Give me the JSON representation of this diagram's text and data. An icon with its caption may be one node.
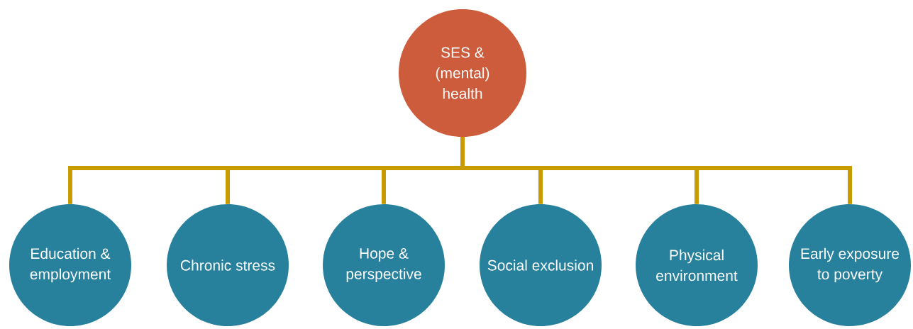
{
  "diagram": {
    "nodes": [
      {
        "text": [
          "SES & (mental) health"
        ]
      },
      {
        "text": [
          "Education & employment"
        ]
      },
      {
        "text": [
          "Chronic stress"
        ]
      },
      {
        "text": [
          "Hope & perspective"
        ]
      },
      {
        "text": [
          "Social exclusion"
        ]
      },
      {
        "text": [
          "Physical environment"
        ]
      },
      {
        "text": [
          "Early exposure to poverty"
        ]
      }
    ],
    "edges": [
      {
        "from": 0,
        "to": 1,
        "arrow": "none"
      },
      {
        "from": 0,
        "to": 2,
        "arrow": "none"
      },
      {
        "from": 0,
        "to": 3,
        "arrow": "none"
      },
      {
        "from": 0,
        "to": 4,
        "arrow": "none"
      },
      {
        "from": 0,
        "to": 5,
        "arrow": "none"
      },
      {
        "from": 0,
        "to": 6,
        "arrow": "none"
      }
    ]
  }
}
